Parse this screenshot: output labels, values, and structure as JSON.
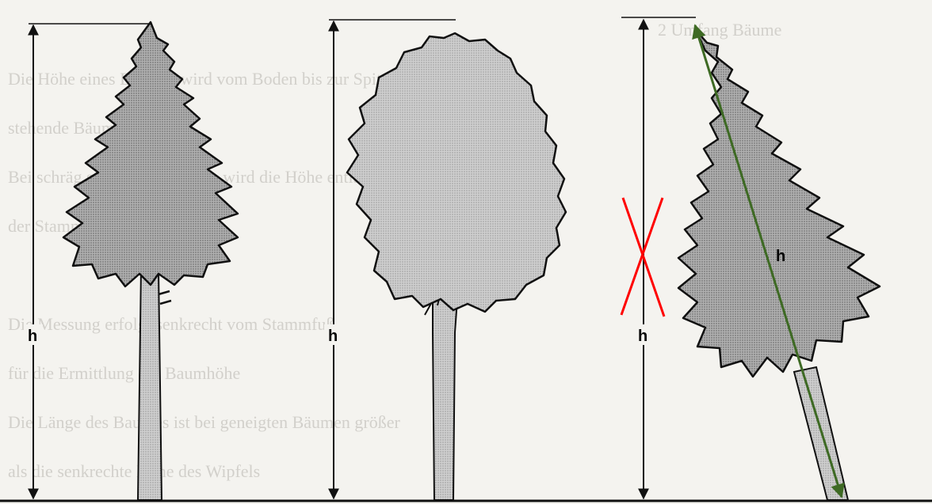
{
  "labels": {
    "h_spruce": "h",
    "h_broadleaf": "h",
    "h_leaning_vertical": "h",
    "h_leaning_diagonal": "h"
  },
  "background_text_lines": [
    "2 Umfang Bäume",
    "Die Höhe eines Baumes wird vom Boden bis zur Spitze gemessen",
    "stehende Bäume",
    "Bei schräg stehenden Bäumen wird die Höhe entlang",
    "der Stammachse bestimmt",
    "",
    "Die Messung erfolgt senkrecht vom Stammfuß",
    "für die Ermittlung der Baumhöhe",
    "Die Länge des Baumes ist bei geneigten Bäumen größer",
    "als die senkrechte Höhe des Wipfels"
  ],
  "colors": {
    "background": "#f4f3ef",
    "foliage": "#a7a7a7",
    "foliage_light": "#c9c9c9",
    "trunk": "#b8b8b8",
    "outline": "#111111",
    "cross": "#ff0000",
    "diagonal_arrow": "#3e6a24"
  },
  "icons": {
    "arrow": "double-headed-arrow",
    "cross": "red-x-cross"
  }
}
